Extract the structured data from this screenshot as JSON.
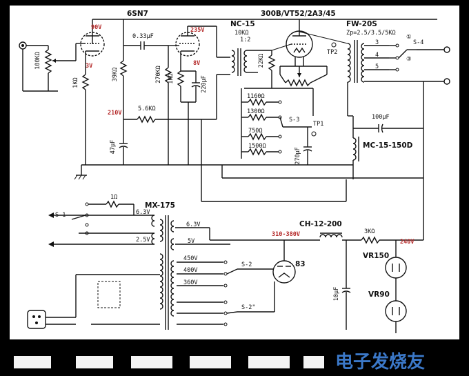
{
  "tubes": {
    "driver": "6SN7",
    "output": "300B/VT52/2A3/45",
    "rectifier": "83",
    "vr_a": "VR150",
    "vr_b": "VR90"
  },
  "transformers": {
    "interstage": "NC-15",
    "interstage_ratio": "10KΩ\n1:2",
    "output": "FW-20S",
    "output_zp": "Zp=2.5/3.5/5KΩ",
    "power": "MX-175",
    "choke": "CH-12-200",
    "filament_choke": "MC-15-150D"
  },
  "voltages": {
    "v1": "90V",
    "v2": "3V",
    "v3": "235V",
    "v4": "8V",
    "v5": "210V",
    "v6": "310-380V",
    "v7": "240V"
  },
  "resistors": {
    "r_vol": "100KΩ",
    "r_k1": "1KΩ",
    "r_p1": "39KΩ",
    "r_g2": "270KΩ",
    "r_k2": "1KΩ",
    "r_dec": "5.6KΩ",
    "r_22k": "22KΩ",
    "r_1160": "1160Ω",
    "r_1300": "1300Ω",
    "r_750": "750Ω",
    "r_1500": "1500Ω",
    "r_1ohm": "1Ω",
    "r_3k": "3KΩ"
  },
  "capacitors": {
    "c_couple": "0.33μF",
    "c_k2": "220μF",
    "c_dec": "47μF",
    "c_270": "270μF",
    "c_100": "100μF",
    "c_10": "10μF"
  },
  "switches": {
    "s1": "S-1",
    "s2": "S-2",
    "s2b": "S-2\"",
    "s3": "S-3",
    "s4": "S-4"
  },
  "testpoints": {
    "tp1": "TP1",
    "tp2": "TP2"
  },
  "taps": {
    "t_63a": "6.3V",
    "t_25": "2.5V",
    "t_63b": "6.3V",
    "t_5": "5V",
    "t_450": "450V",
    "t_400": "400V",
    "t_360": "360V",
    "ot3": "3",
    "ot4": "4",
    "ot5": "5"
  },
  "watermark": "电子发烧友"
}
